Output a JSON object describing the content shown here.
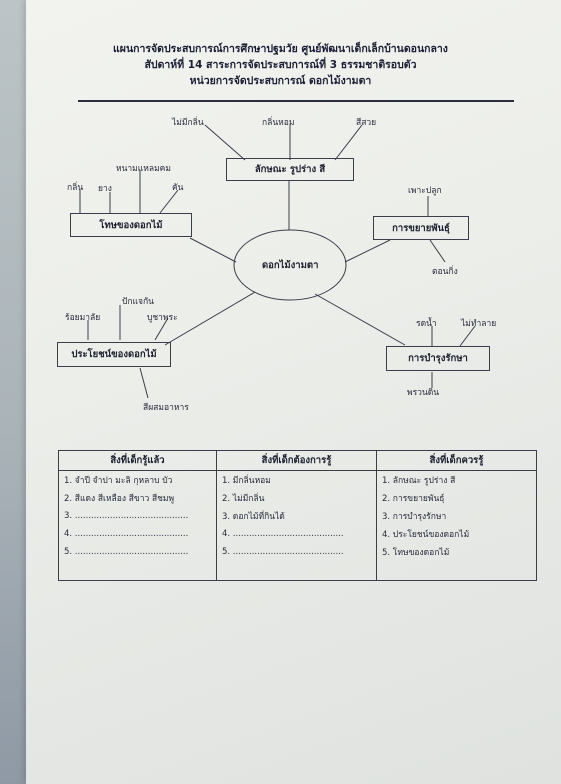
{
  "header": {
    "line1": "แผนการจัดประสบการณ์การศึกษาปฐมวัย ศูนย์พัฒนาเด็กเล็กบ้านดอนกลาง",
    "line2": "สัปดาห์ที่ 14 สาระการจัดประสบการณ์ที่ 3 ธรรมชาติรอบตัว",
    "line3": "หน่วยการจัดประสบการณ์ ดอกไม้งามตา"
  },
  "mindmap": {
    "center": "ดอกไม้งามตา",
    "branches": [
      {
        "title": "ลักษณะ รูปร่าง สี",
        "leaves": [
          "ไม่มีกลิ่น",
          "กลิ่นหอม",
          "สีสวย"
        ]
      },
      {
        "title": "โทษของดอกไม้",
        "leaves": [
          "กลิ่น",
          "ยาง",
          "หนามแหลมคม",
          "คัน"
        ]
      },
      {
        "title": "การขยายพันธุ์",
        "leaves": [
          "เพาะปลูก",
          "ตอนกิ่ง"
        ]
      },
      {
        "title": "ประโยชน์ของดอกไม้",
        "leaves": [
          "ร้อยมาลัย",
          "ปักแจกัน",
          "บูชาพระ",
          "สีผสมอาหาร"
        ]
      },
      {
        "title": "การบำรุงรักษา",
        "leaves": [
          "รดน้ำ",
          "ไม่ทำลาย",
          "พรวนดิน"
        ]
      }
    ]
  },
  "table": {
    "columns": [
      {
        "header": "สิ่งที่เด็กรู้แล้ว",
        "rows": [
          "1. จำปี จำปา มะลิ กุหลาบ บัว",
          "2. สีแดง สีเหลือง สีขาว สีชมพู",
          "3. ..........................................",
          "4. ..........................................",
          "5. .........................................."
        ]
      },
      {
        "header": "สิ่งที่เด็กต้องการรู้",
        "rows": [
          "1. มีกลิ่นหอม",
          "2. ไม่มีกลิ่น",
          "3. ดอกไม้ที่กินได้",
          "4. .........................................",
          "5. ........................................."
        ]
      },
      {
        "header": "สิ่งที่เด็กควรรู้",
        "rows": [
          "1. ลักษณะ รูปร่าง สี",
          "2. การขยายพันธุ์",
          "3. การบำรุงรักษา",
          "4. ประโยชน์ของดอกไม้",
          "5. โทษของดอกไม้"
        ]
      }
    ]
  }
}
